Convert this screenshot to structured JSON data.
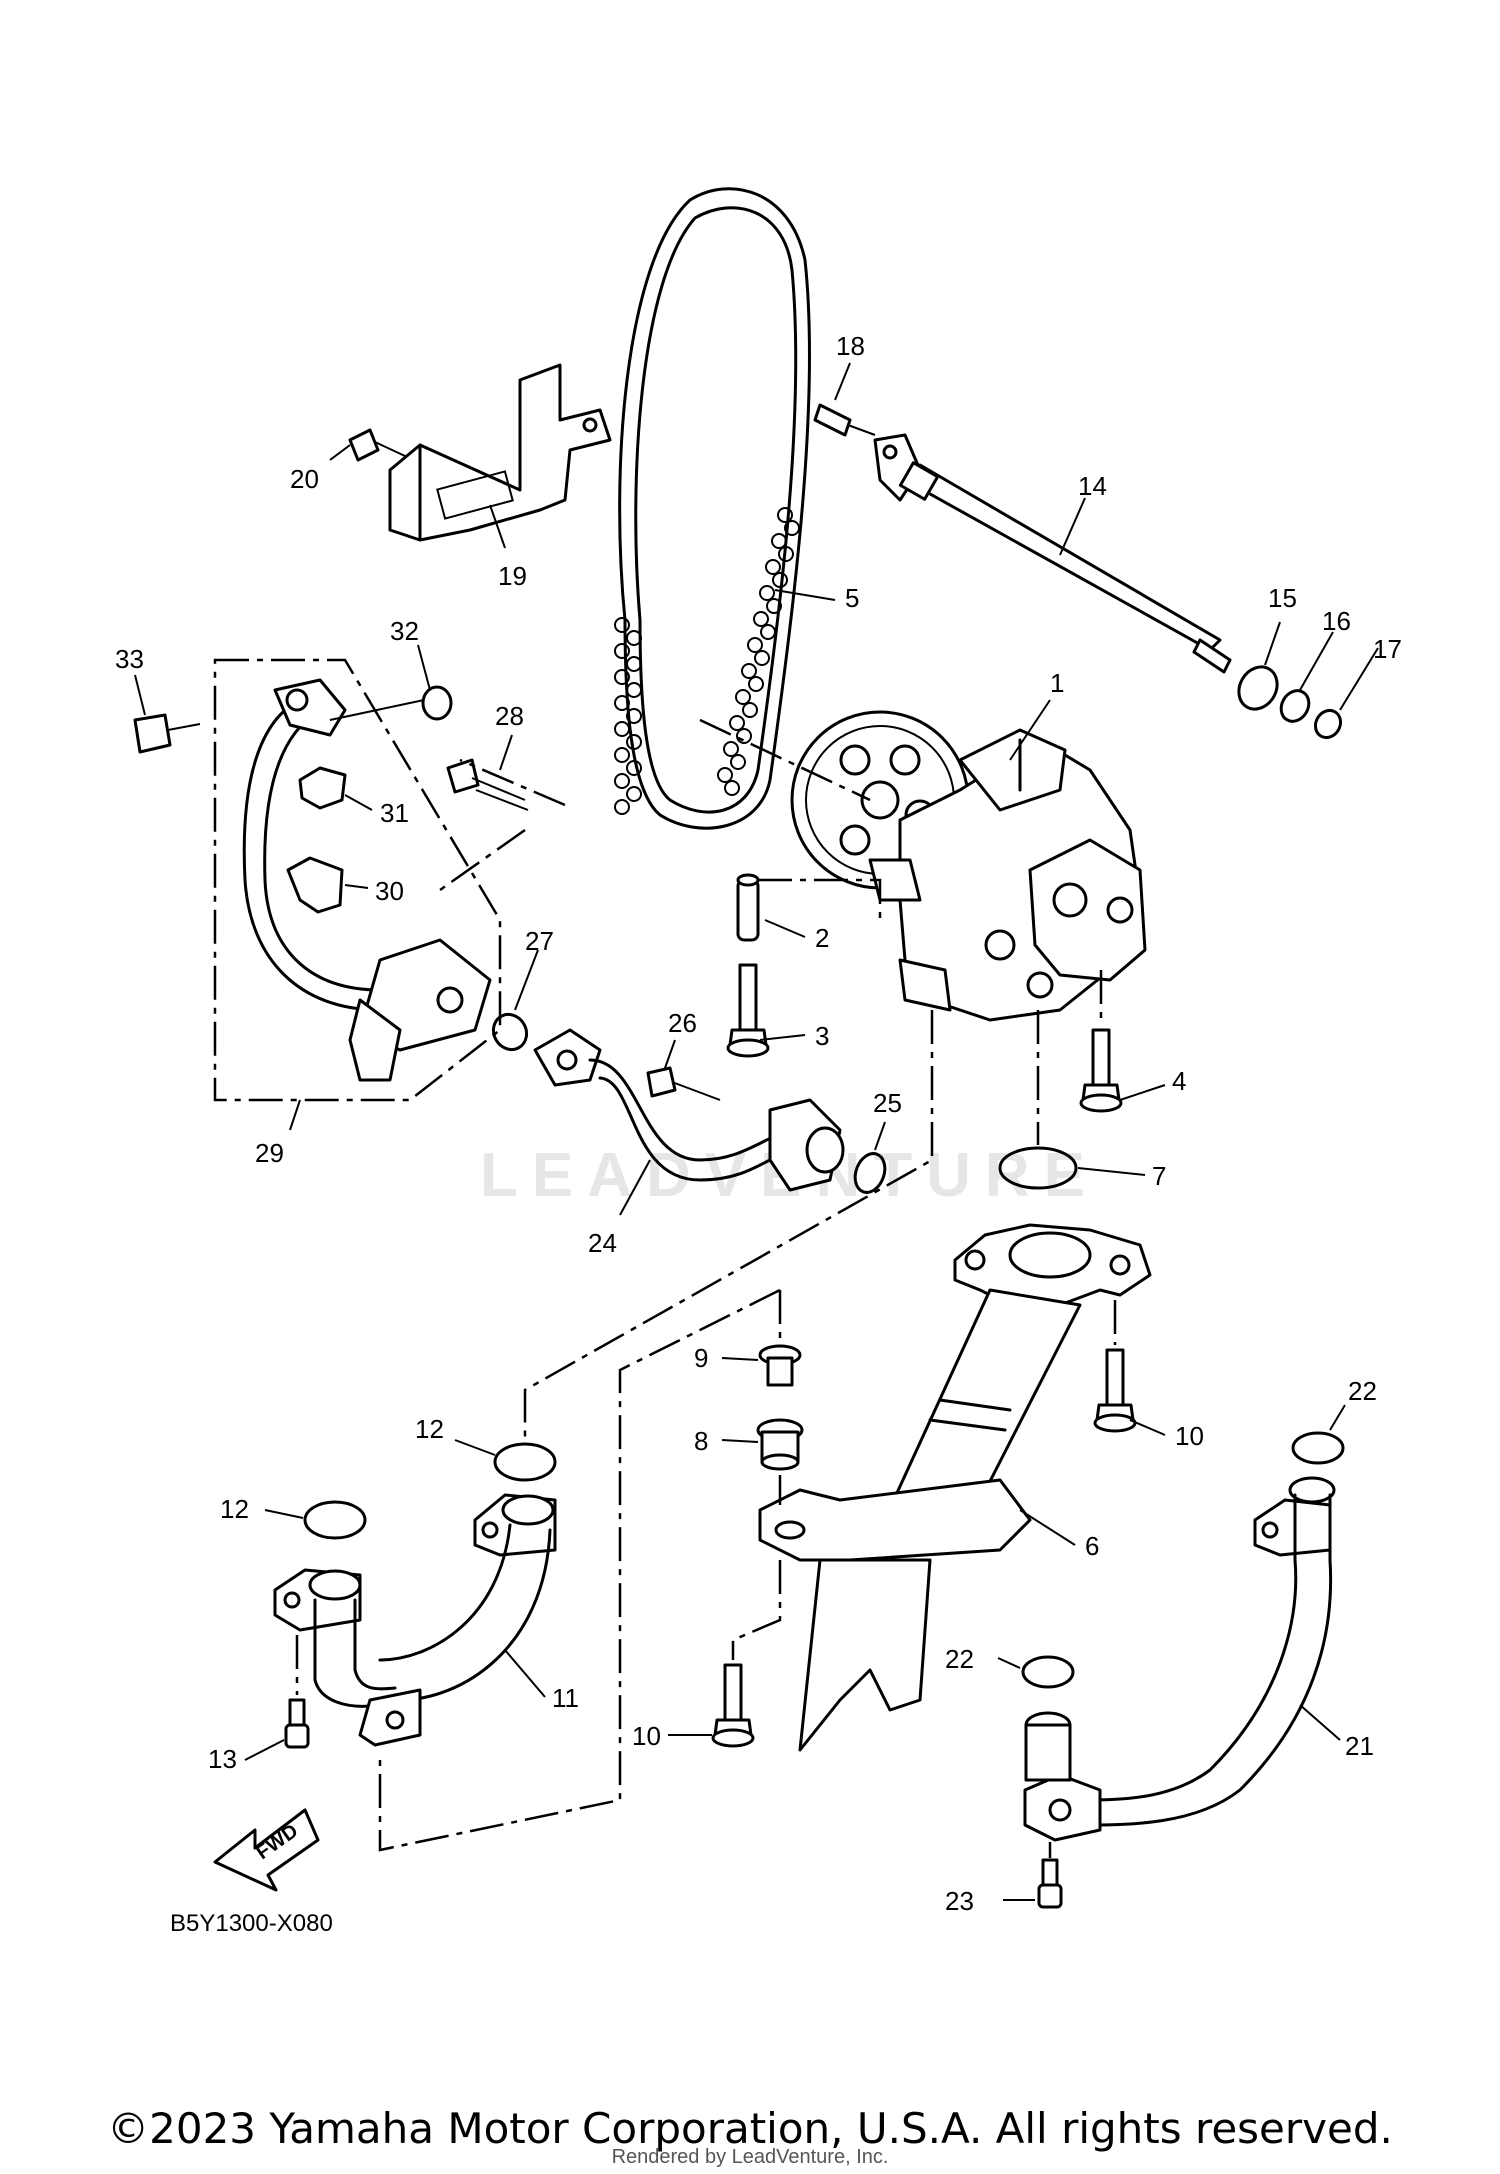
{
  "diagram": {
    "code": "B5Y1300-X080",
    "fwd_label": "FWD",
    "watermark": "LEADVENTURE",
    "copyright": "©2023 Yamaha Motor Corporation, U.S.A. All rights reserved.",
    "rendered_by": "Rendered by LeadVenture, Inc."
  },
  "callouts": [
    "1",
    "2",
    "3",
    "4",
    "5",
    "6",
    "7",
    "8",
    "9",
    "10",
    "10",
    "11",
    "12",
    "12",
    "13",
    "14",
    "15",
    "16",
    "17",
    "18",
    "19",
    "20",
    "21",
    "22",
    "22",
    "23",
    "24",
    "25",
    "26",
    "27",
    "28",
    "29",
    "30",
    "31",
    "32",
    "33"
  ]
}
